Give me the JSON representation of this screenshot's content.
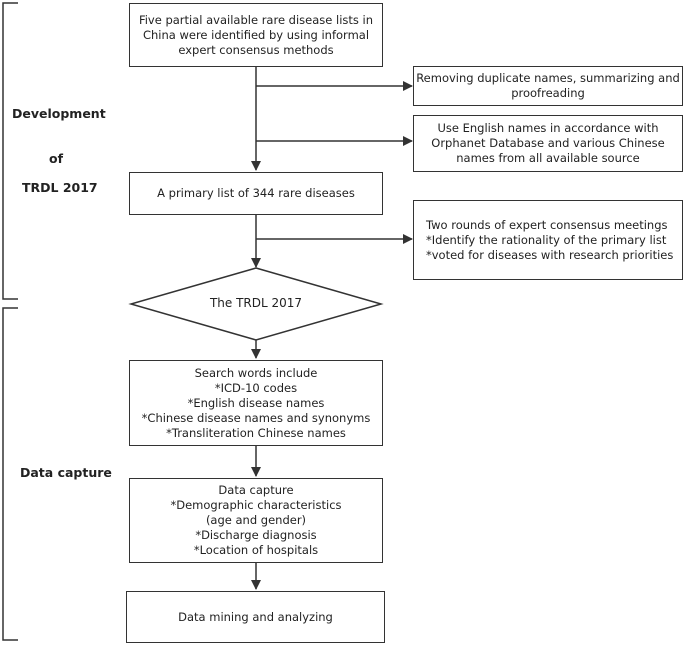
{
  "phases": {
    "development_line1": "Development",
    "development_line2": "of",
    "development_line3": "TRDL 2017",
    "data_capture": "Data capture"
  },
  "boxes": {
    "five_lists": [
      "Five partial available rare disease lists in",
      "China were identified by using informal",
      "expert consensus methods"
    ],
    "remove_duplicates": [
      "Removing duplicate names, summarizing and",
      "proofreading"
    ],
    "english_names": [
      "Use English names in accordance with",
      "Orphanet Database and various Chinese",
      "names from all available source"
    ],
    "primary_list": [
      "A primary list of 344 rare diseases"
    ],
    "expert_meetings": [
      "Two rounds of expert consensus meetings",
      "*Identify the rationality of the primary list",
      "*voted for diseases with research priorities"
    ],
    "trdl": "The TRDL 2017",
    "search_words": [
      "Search words include",
      "*ICD-10 codes",
      "*English disease names",
      "*Chinese disease names and synonyms",
      "*Transliteration Chinese names"
    ],
    "data_capture": [
      "Data capture",
      "*Demographic characteristics",
      "(age and gender)",
      "*Discharge diagnosis",
      "*Location of hospitals"
    ],
    "data_mining": [
      "Data mining and analyzing"
    ]
  }
}
